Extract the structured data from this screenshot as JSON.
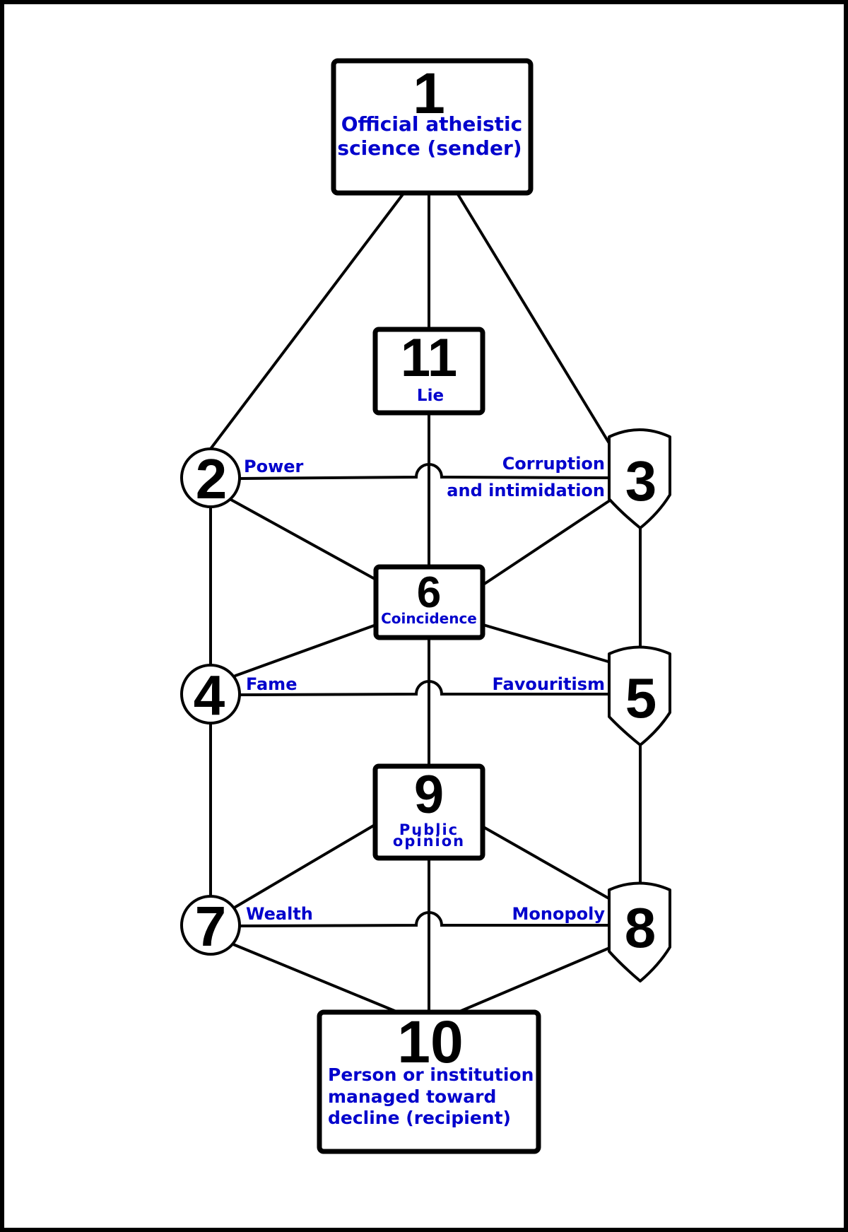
{
  "colors": {
    "label": "#0000cc",
    "line": "#000000",
    "border": "#000000"
  },
  "nodes": {
    "n1": {
      "number": "1",
      "lines": [
        "Official atheistic",
        "science (sender)"
      ]
    },
    "n2": {
      "number": "2",
      "label": "Power"
    },
    "n3": {
      "number": "3",
      "lines": [
        "Corruption",
        "and intimidation"
      ]
    },
    "n4": {
      "number": "4",
      "label": "Fame"
    },
    "n5": {
      "number": "5",
      "label": "Favouritism"
    },
    "n6": {
      "number": "6",
      "label": "Coincidence"
    },
    "n7": {
      "number": "7",
      "label": "Wealth"
    },
    "n8": {
      "number": "8",
      "label": "Monopoly"
    },
    "n9": {
      "number": "9",
      "lines": [
        "Public",
        "opinion"
      ]
    },
    "n10": {
      "number": "10",
      "lines": [
        "Person or institution",
        "managed toward",
        "decline (recipient)"
      ]
    },
    "n11": {
      "number": "11",
      "label": "Lie"
    }
  }
}
